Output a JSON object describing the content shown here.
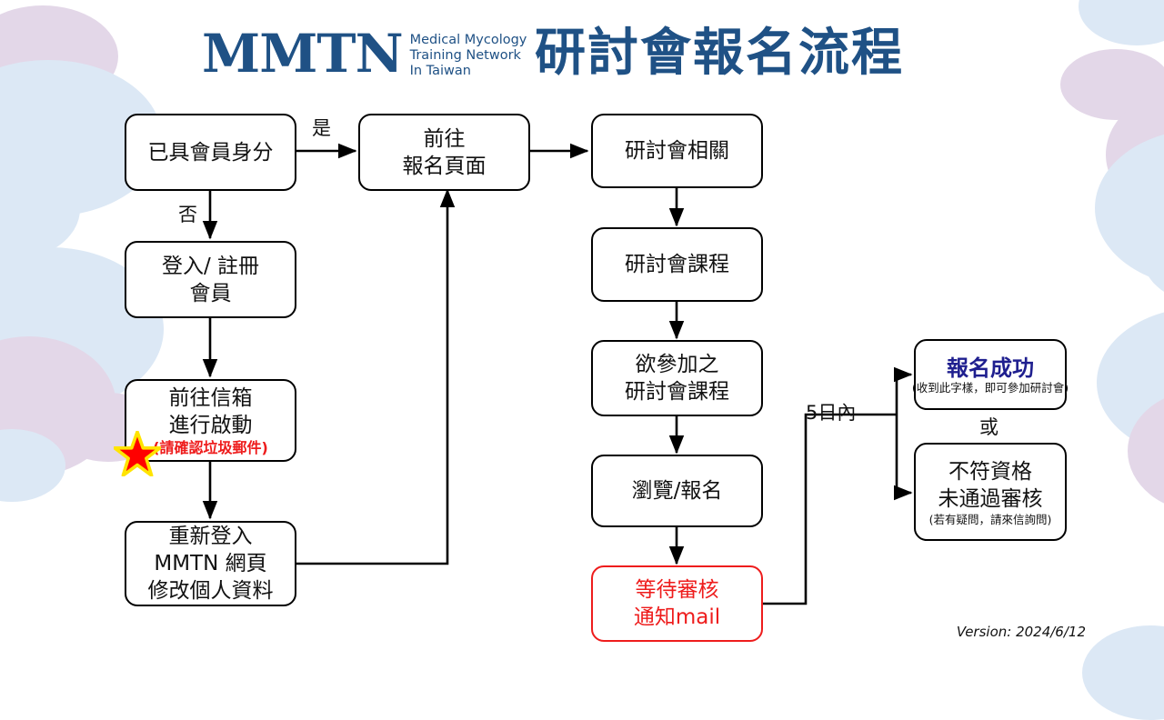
{
  "header": {
    "logo_mark": "MMTN",
    "logo_sub_lines": [
      "Medical Mycology",
      "Training Network",
      "In Taiwan"
    ],
    "title": "研討會報名流程",
    "brand_color": "#1F5185"
  },
  "flow": {
    "nodes": [
      {
        "id": "member-check",
        "lines": [
          "已具會員身分"
        ]
      },
      {
        "id": "login-register",
        "lines": [
          "登入/ 註冊",
          "會員"
        ]
      },
      {
        "id": "activate-mail",
        "lines": [
          "前往信箱",
          "進行啟動"
        ],
        "note": "(請確認垃圾郵件)",
        "note_color": "#EE1C1C",
        "has_star": true
      },
      {
        "id": "relogin-edit",
        "lines": [
          "重新登入",
          "MMTN 網頁",
          "修改個人資料"
        ]
      },
      {
        "id": "signup-page",
        "lines": [
          "前往",
          "報名頁面"
        ]
      },
      {
        "id": "seminar-info",
        "lines": [
          "研討會相關"
        ]
      },
      {
        "id": "seminar-course",
        "lines": [
          "研討會課程"
        ]
      },
      {
        "id": "desired-course",
        "lines": [
          "欲參加之",
          "研討會課程"
        ]
      },
      {
        "id": "browse-signup",
        "lines": [
          "瀏覽/報名"
        ]
      },
      {
        "id": "await-review",
        "lines": [
          "等待審核",
          "通知mail"
        ],
        "style": "red"
      },
      {
        "id": "signup-success",
        "lines": [
          "報名成功"
        ],
        "note": "(收到此字樣，即可參加研討會)",
        "style": "blue-title"
      },
      {
        "id": "not-qualified",
        "lines": [
          "不符資格",
          "未通過審核"
        ],
        "note": "(若有疑問，請來信詢問)"
      }
    ],
    "edge_labels": {
      "yes": "是",
      "no": "否",
      "within_5_days": "5日內",
      "or": "或"
    }
  },
  "footer": {
    "version": "Version: 2024/6/12"
  },
  "decor": {
    "blue": "#DCE8F5",
    "purple": "#E3D7E8"
  }
}
